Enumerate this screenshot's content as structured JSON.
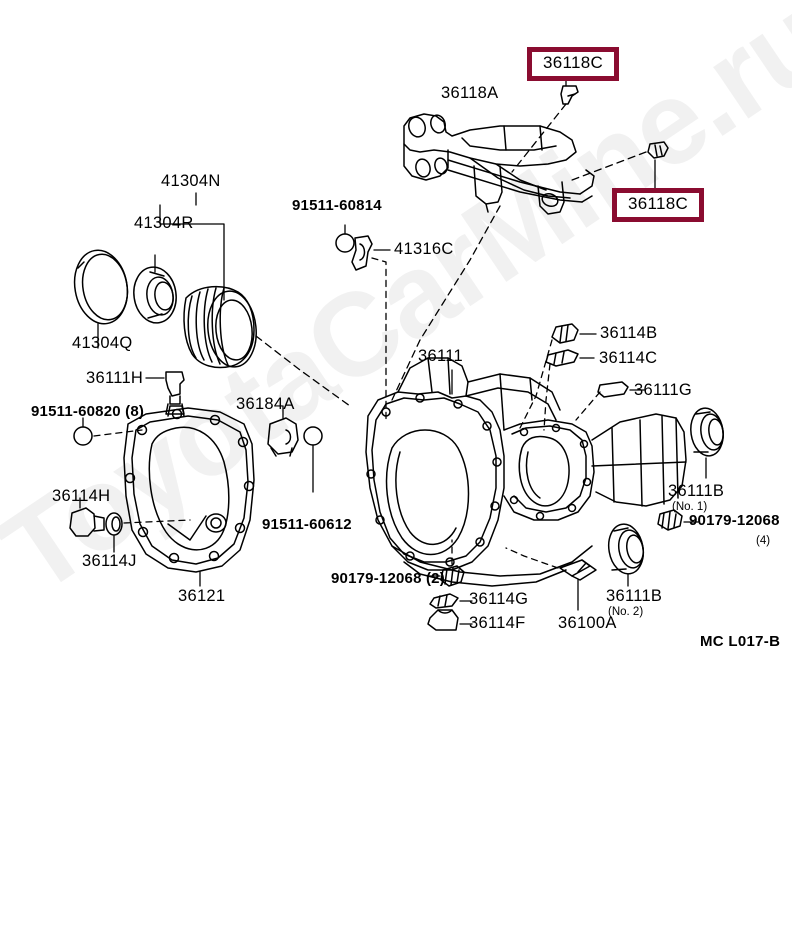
{
  "diagram": {
    "reference_code": "MC L017-B",
    "watermark": "ToyotaCarMine.ru",
    "highlight_color": "#8a0c30"
  },
  "highlighted_parts": [
    {
      "number": "36118C",
      "position": "top"
    },
    {
      "number": "36118C",
      "position": "right"
    }
  ],
  "labels": {
    "p36118A": "36118A",
    "p41304N": "41304N",
    "p41304R": "41304R",
    "p41304Q": "41304Q",
    "p9151160814": "91511-60814",
    "p41316C": "41316C",
    "p36111H": "36111H",
    "p9151160820": "91511-60820 (8)",
    "p36184A": "36184A",
    "p9151160612": "91511-60612",
    "p36114H": "36114H",
    "p36114J": "36114J",
    "p36121": "36121",
    "p36111": "36111",
    "p36114B": "36114B",
    "p36114C": "36114C",
    "p36111G": "36111G",
    "p36111B_no1": "36111B",
    "p36111B_no1_sub": "(No. 1)",
    "p9017912068_4": "90179-12068",
    "p9017912068_4_qty": "(4)",
    "p9017912068_2": "90179-12068 (2)",
    "p36114G": "36114G",
    "p36114F": "36114F",
    "p36100A": "36100A",
    "p36111B_no2": "36111B",
    "p36111B_no2_sub": "(No. 2)"
  }
}
